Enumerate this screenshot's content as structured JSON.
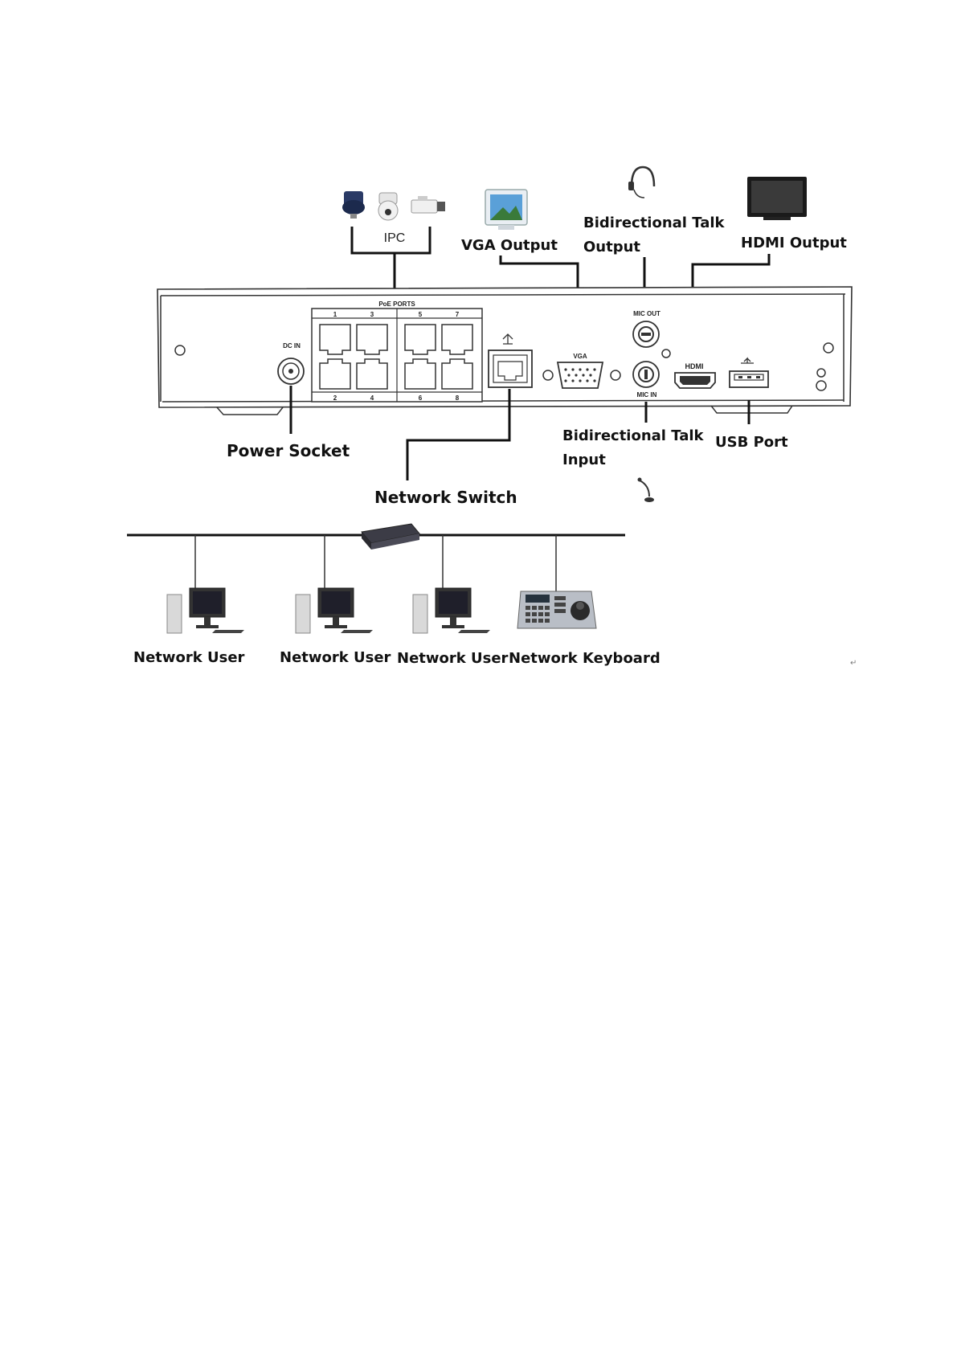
{
  "diagram": {
    "labels": {
      "ipc": "IPC",
      "vga_output": "VGA Output",
      "talk_output_line1": "Bidirectional Talk",
      "talk_output_line2": "Output",
      "hdmi_output": "HDMI Output",
      "power_socket": "Power Socket",
      "network_switch": "Network Switch",
      "talk_input_line1": "Bidirectional Talk",
      "talk_input_line2": "Input",
      "usb_port": "USB Port"
    },
    "panel_text": {
      "poe_ports": "PoE PORTS",
      "port_top": [
        "1",
        "3",
        "5",
        "7"
      ],
      "port_bottom": [
        "2",
        "4",
        "6",
        "8"
      ],
      "dc_in": "DC IN",
      "vga": "VGA",
      "mic_out": "MIC OUT",
      "mic_in": "MIC IN",
      "hdmi": "HDMI"
    },
    "network_devices": [
      {
        "label": "Network User",
        "icon": "computer-icon"
      },
      {
        "label": "Network User",
        "icon": "computer-icon"
      },
      {
        "label": "Network User",
        "icon": "computer-icon"
      },
      {
        "label": "Network Keyboard",
        "icon": "keyboard-controller-icon"
      }
    ],
    "return_mark": "↵"
  }
}
